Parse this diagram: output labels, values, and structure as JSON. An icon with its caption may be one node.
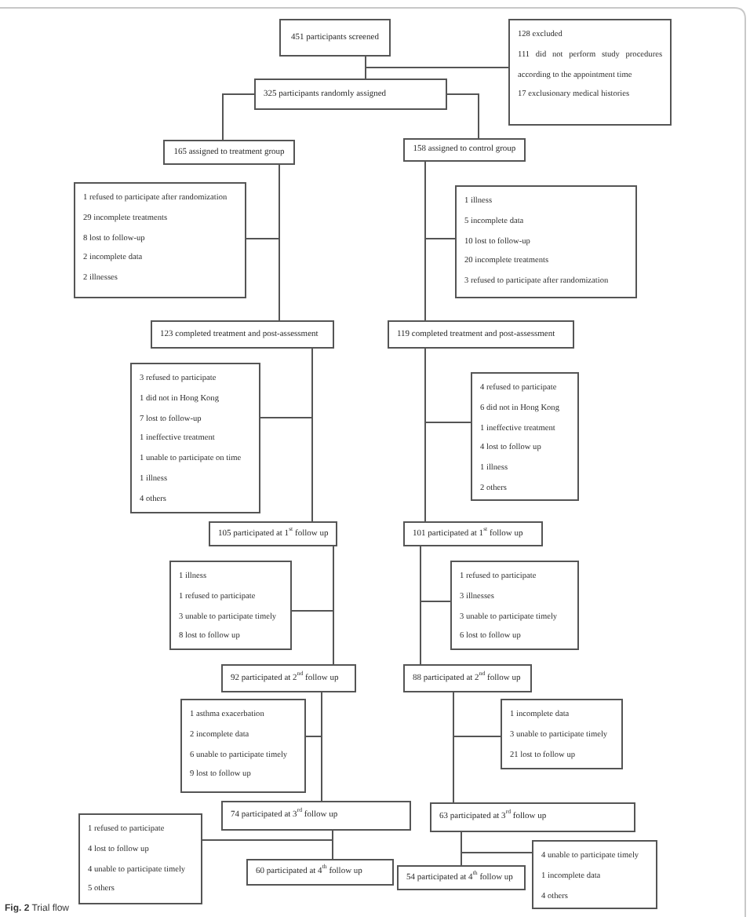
{
  "diagram": {
    "caption": "**Fig. 2** Trial flow",
    "nodes": [
      {
        "text": [
          "451 participants screened"
        ]
      },
      {
        "text": [
          "128 excluded",
          "111 did not perform study procedures according to the appointment time",
          "17 exclusionary medical histories"
        ]
      },
      {
        "text": [
          "325 participants randomly assigned"
        ]
      },
      {
        "text": [
          "165 assigned to treatment group"
        ]
      },
      {
        "text": [
          "158 assigned to control group"
        ]
      },
      {
        "text": [
          "1 refused to participate after randomization",
          "29 incomplete treatments",
          "8 lost to follow-up",
          "2 incomplete data",
          "2 illnesses"
        ]
      },
      {
        "text": [
          "1 illness",
          "5 incomplete data",
          "10 lost to follow-up",
          "20 incomplete treatments",
          "3 refused to participate after randomization"
        ]
      },
      {
        "text": [
          "123 completed treatment and post-assessment"
        ]
      },
      {
        "text": [
          "119 completed treatment and post-assessment"
        ]
      },
      {
        "text": [
          "3 refused to participate",
          "1 did not in Hong Kong",
          "7 lost to follow-up",
          "1 ineffective treatment",
          "1 unable to participate on time",
          "1 illness",
          "4 others"
        ]
      },
      {
        "text": [
          "4 refused to participate",
          "6 did not in Hong Kong",
          "1 ineffective treatment",
          "4 lost to follow up",
          "1 illness",
          "2 others"
        ]
      },
      {
        "text": [
          "105 participated at 1$^{st}$ follow up"
        ]
      },
      {
        "text": [
          "101 participated at 1$^{st}$ follow up"
        ]
      },
      {
        "text": [
          "1 illness",
          "1 refused to participate",
          "3 unable to participate timely",
          "8 lost to follow up"
        ]
      },
      {
        "text": [
          "1 refused to participate",
          "3 illnesses",
          "3 unable to participate timely",
          "6 lost to follow up"
        ]
      },
      {
        "text": [
          "92 participated at 2$^{nd}$ follow up"
        ]
      },
      {
        "text": [
          "88 participated at 2$^{nd}$ follow up"
        ]
      },
      {
        "text": [
          "1 asthma exacerbation",
          "2 incomplete data",
          "6 unable to participate timely",
          "9 lost to follow up"
        ]
      },
      {
        "text": [
          "1 incomplete data",
          "3 unable to participate timely",
          "21 lost to follow up"
        ]
      },
      {
        "text": [
          "74 participated at 3$^{rd}$ follow up"
        ]
      },
      {
        "text": [
          "63 participated at 3$^{rd}$ follow up"
        ]
      },
      {
        "text": [
          "1 refused to participate",
          "4 lost to follow up",
          "4 unable to participate timely",
          "5 others"
        ]
      },
      {
        "text": [
          "60 participated at 4$^{th}$ follow up"
        ]
      },
      {
        "text": [
          "54 participated at 4$^{th}$ follow up"
        ]
      },
      {
        "text": [
          "4 unable to participate timely",
          "1 incomplete data",
          "4 others"
        ]
      }
    ],
    "edges": [
      {
        "from": 0,
        "to": 2,
        "arrow": "none"
      },
      {
        "from": 0,
        "to": 1,
        "arrow": "none"
      },
      {
        "from": 2,
        "to": 3,
        "arrow": "none"
      },
      {
        "from": 2,
        "to": 4,
        "arrow": "none"
      },
      {
        "from": 3,
        "to": 7,
        "arrow": "none"
      },
      {
        "from": 3,
        "to": 5,
        "arrow": "none"
      },
      {
        "from": 4,
        "to": 8,
        "arrow": "none"
      },
      {
        "from": 4,
        "to": 6,
        "arrow": "none"
      },
      {
        "from": 7,
        "to": 11,
        "arrow": "none"
      },
      {
        "from": 7,
        "to": 9,
        "arrow": "none"
      },
      {
        "from": 8,
        "to": 12,
        "arrow": "none"
      },
      {
        "from": 8,
        "to": 10,
        "arrow": "none"
      },
      {
        "from": 11,
        "to": 15,
        "arrow": "none"
      },
      {
        "from": 11,
        "to": 13,
        "arrow": "none"
      },
      {
        "from": 12,
        "to": 16,
        "arrow": "none"
      },
      {
        "from": 12,
        "to": 14,
        "arrow": "none"
      },
      {
        "from": 15,
        "to": 19,
        "arrow": "none"
      },
      {
        "from": 15,
        "to": 17,
        "arrow": "none"
      },
      {
        "from": 16,
        "to": 20,
        "arrow": "none"
      },
      {
        "from": 16,
        "to": 18,
        "arrow": "none"
      },
      {
        "from": 19,
        "to": 22,
        "arrow": "none"
      },
      {
        "from": 19,
        "to": 21,
        "arrow": "none"
      },
      {
        "from": 20,
        "to": 23,
        "arrow": "none"
      },
      {
        "from": 20,
        "to": 24,
        "arrow": "none"
      }
    ]
  }
}
